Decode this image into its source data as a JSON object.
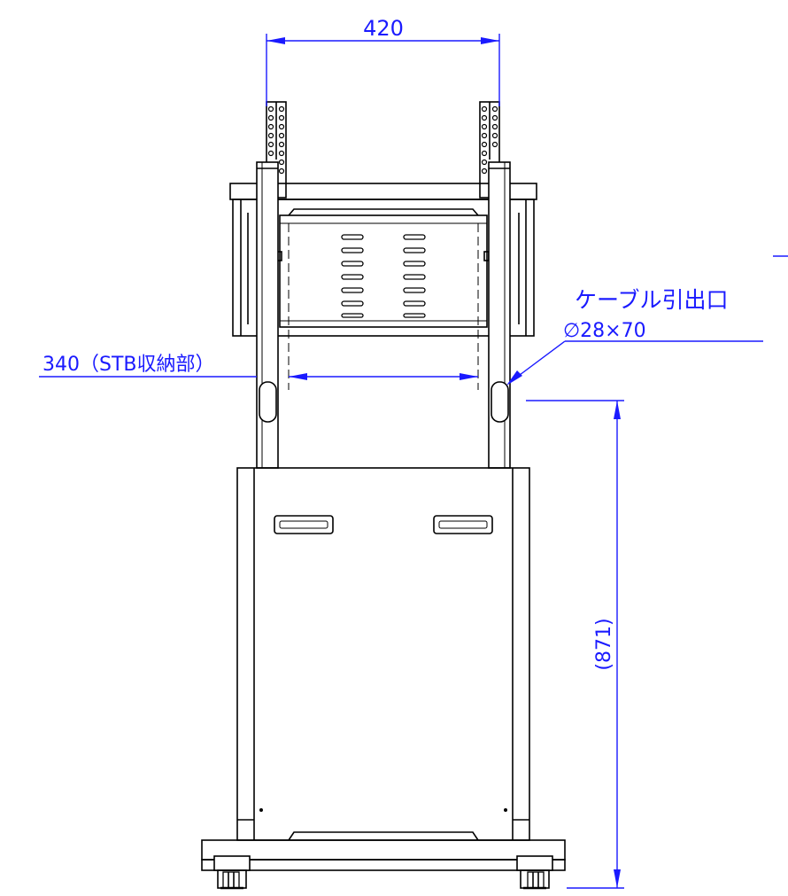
{
  "dimensions": {
    "top_width": "420",
    "stb_storage": "340（STB収納部）",
    "cable_outlet_label": "ケーブル引出口",
    "cable_outlet_size": "∅28×70",
    "height": "(871)"
  },
  "colors": {
    "dimension": "#1a1aff",
    "line": "#000000",
    "background": "#ffffff"
  }
}
